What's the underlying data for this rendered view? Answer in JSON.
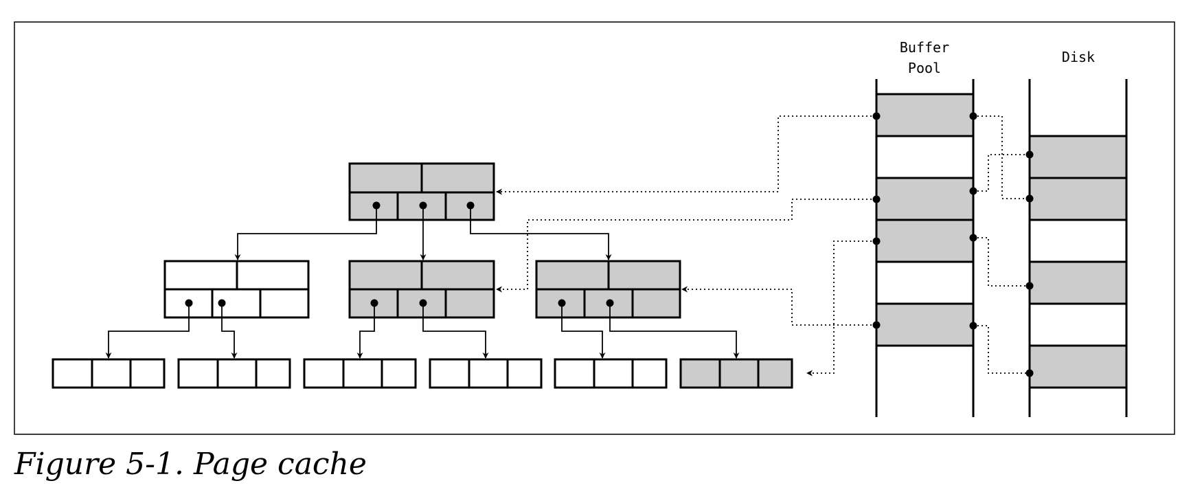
{
  "labels": {
    "buffer_pool_line1": "Buffer",
    "buffer_pool_line2": "Pool",
    "disk": "Disk"
  },
  "caption": "Figure 5-1. Page cache",
  "tree": {
    "root": {
      "shaded": true
    },
    "internal_nodes": [
      {
        "shaded": false
      },
      {
        "shaded": true
      },
      {
        "shaded": true
      }
    ],
    "leaves": [
      {
        "shaded": false
      },
      {
        "shaded": false
      },
      {
        "shaded": false
      },
      {
        "shaded": false
      },
      {
        "shaded": false
      },
      {
        "shaded": true
      }
    ]
  },
  "buffer_pool": {
    "occupied_slots": 4
  },
  "disk": {
    "pages": 4
  },
  "colors": {
    "cached_page": "#cccccc",
    "empty_page": "#ffffff",
    "stroke": "#000000"
  }
}
